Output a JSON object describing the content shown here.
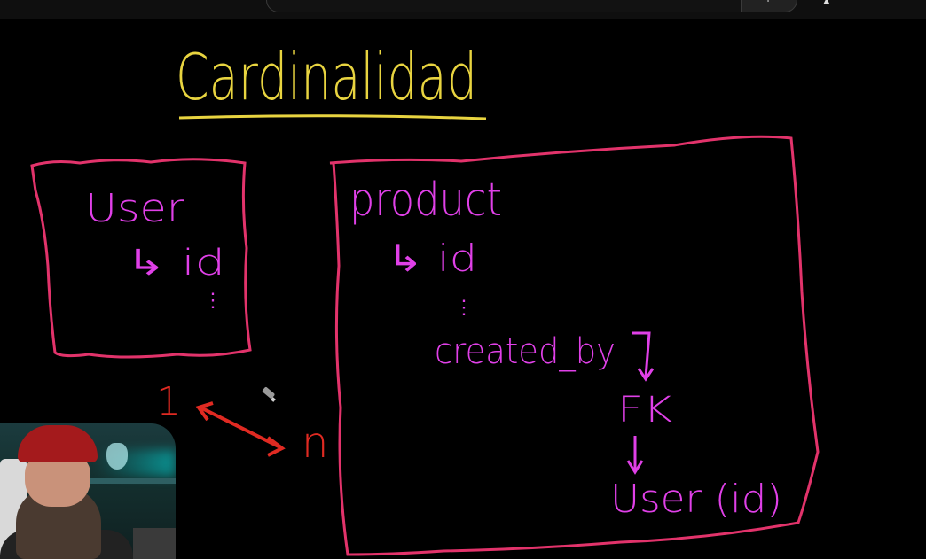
{
  "whiteboard": {
    "title": "Cardinalidad",
    "user_box": {
      "name": "User",
      "field": "↳ id",
      "ellipsis": "⋮"
    },
    "product_box": {
      "name": "product",
      "field": "↳ id",
      "ellipsis": "⋮",
      "foreign_field": "created_by",
      "key_label": "FK",
      "reference": "User (id)"
    },
    "relationship": {
      "left_cardinality": "1",
      "right_cardinality": "n"
    }
  },
  "colors": {
    "title": "#e8d440",
    "box_stroke": "#e2336b",
    "text_magenta": "#e040e8",
    "relationship_red": "#e02a22",
    "background": "#000000"
  },
  "icons": {
    "search": "search-icon",
    "cursor": "pen-cursor-icon"
  }
}
